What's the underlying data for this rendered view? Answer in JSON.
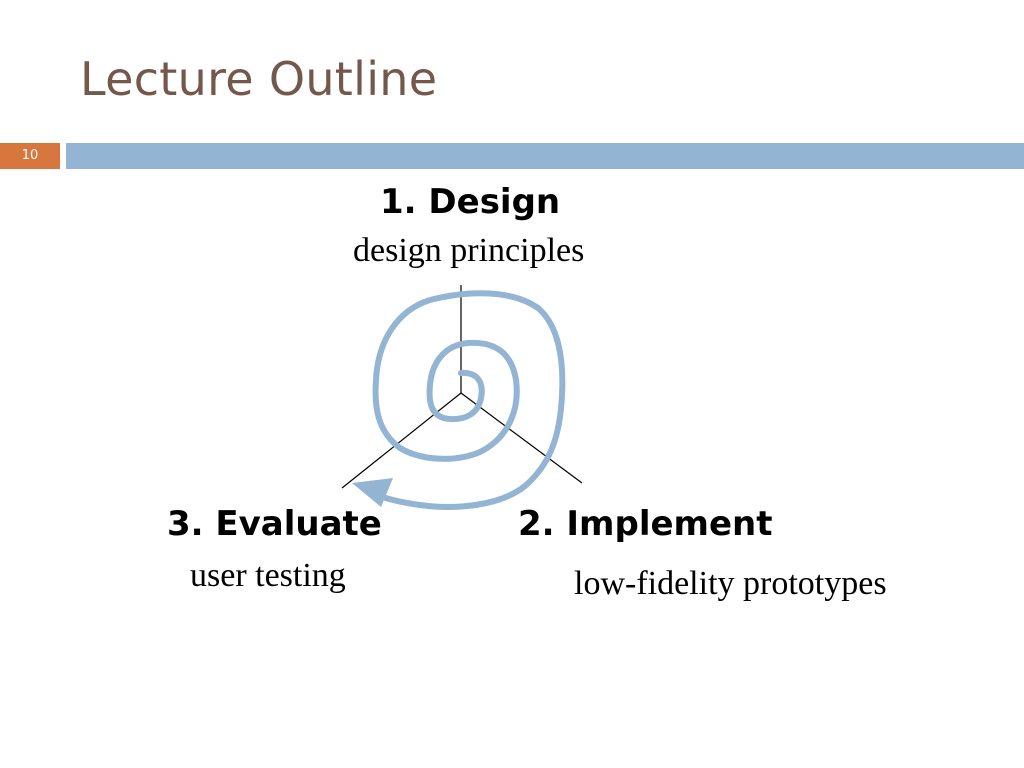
{
  "slide": {
    "title": "Lecture Outline",
    "number": "10"
  },
  "steps": {
    "design": {
      "title": "1. Design",
      "subtitle": "design principles"
    },
    "implement": {
      "title": "2. Implement",
      "subtitle": "low-fidelity prototypes"
    },
    "evaluate": {
      "title": "3. Evaluate",
      "subtitle": "user testing"
    }
  },
  "colors": {
    "title_text": "#74584b",
    "accent_orange": "#d8773d",
    "header_bar_blue": "#93b5d3",
    "spiral_blue": "#93b5d3",
    "axis_lines": "#000000"
  }
}
